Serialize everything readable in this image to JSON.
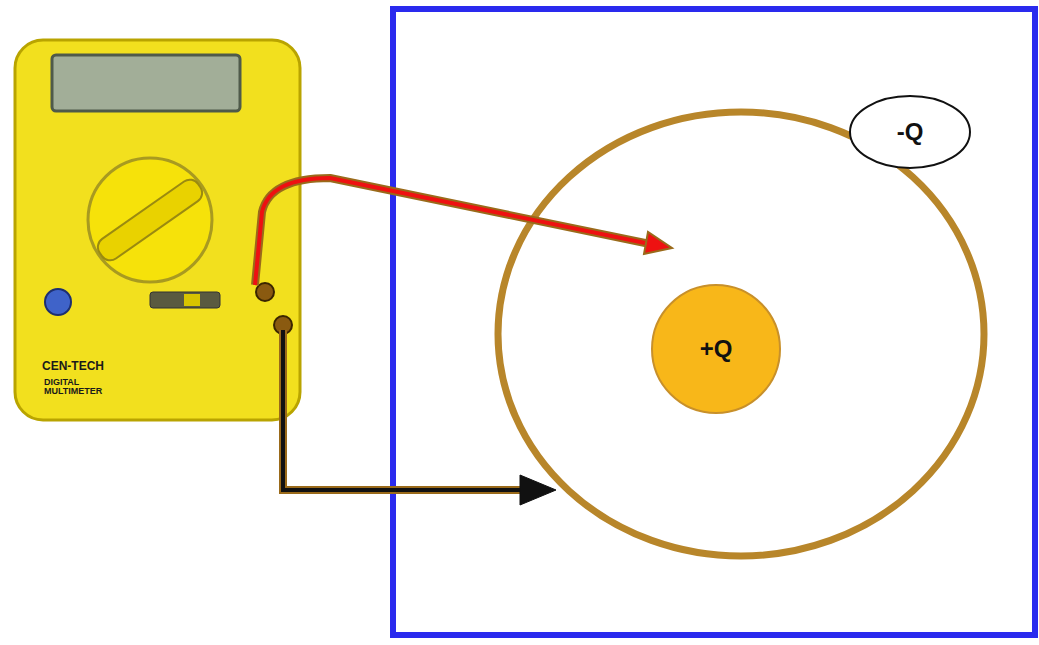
{
  "diagram": {
    "nodes": [
      {
        "text": [
          "-Q"
        ]
      },
      {
        "text": [
          "+Q"
        ]
      }
    ],
    "labels": [
      "CEN-TECH",
      "DIGITAL MULTIMETER"
    ]
  }
}
